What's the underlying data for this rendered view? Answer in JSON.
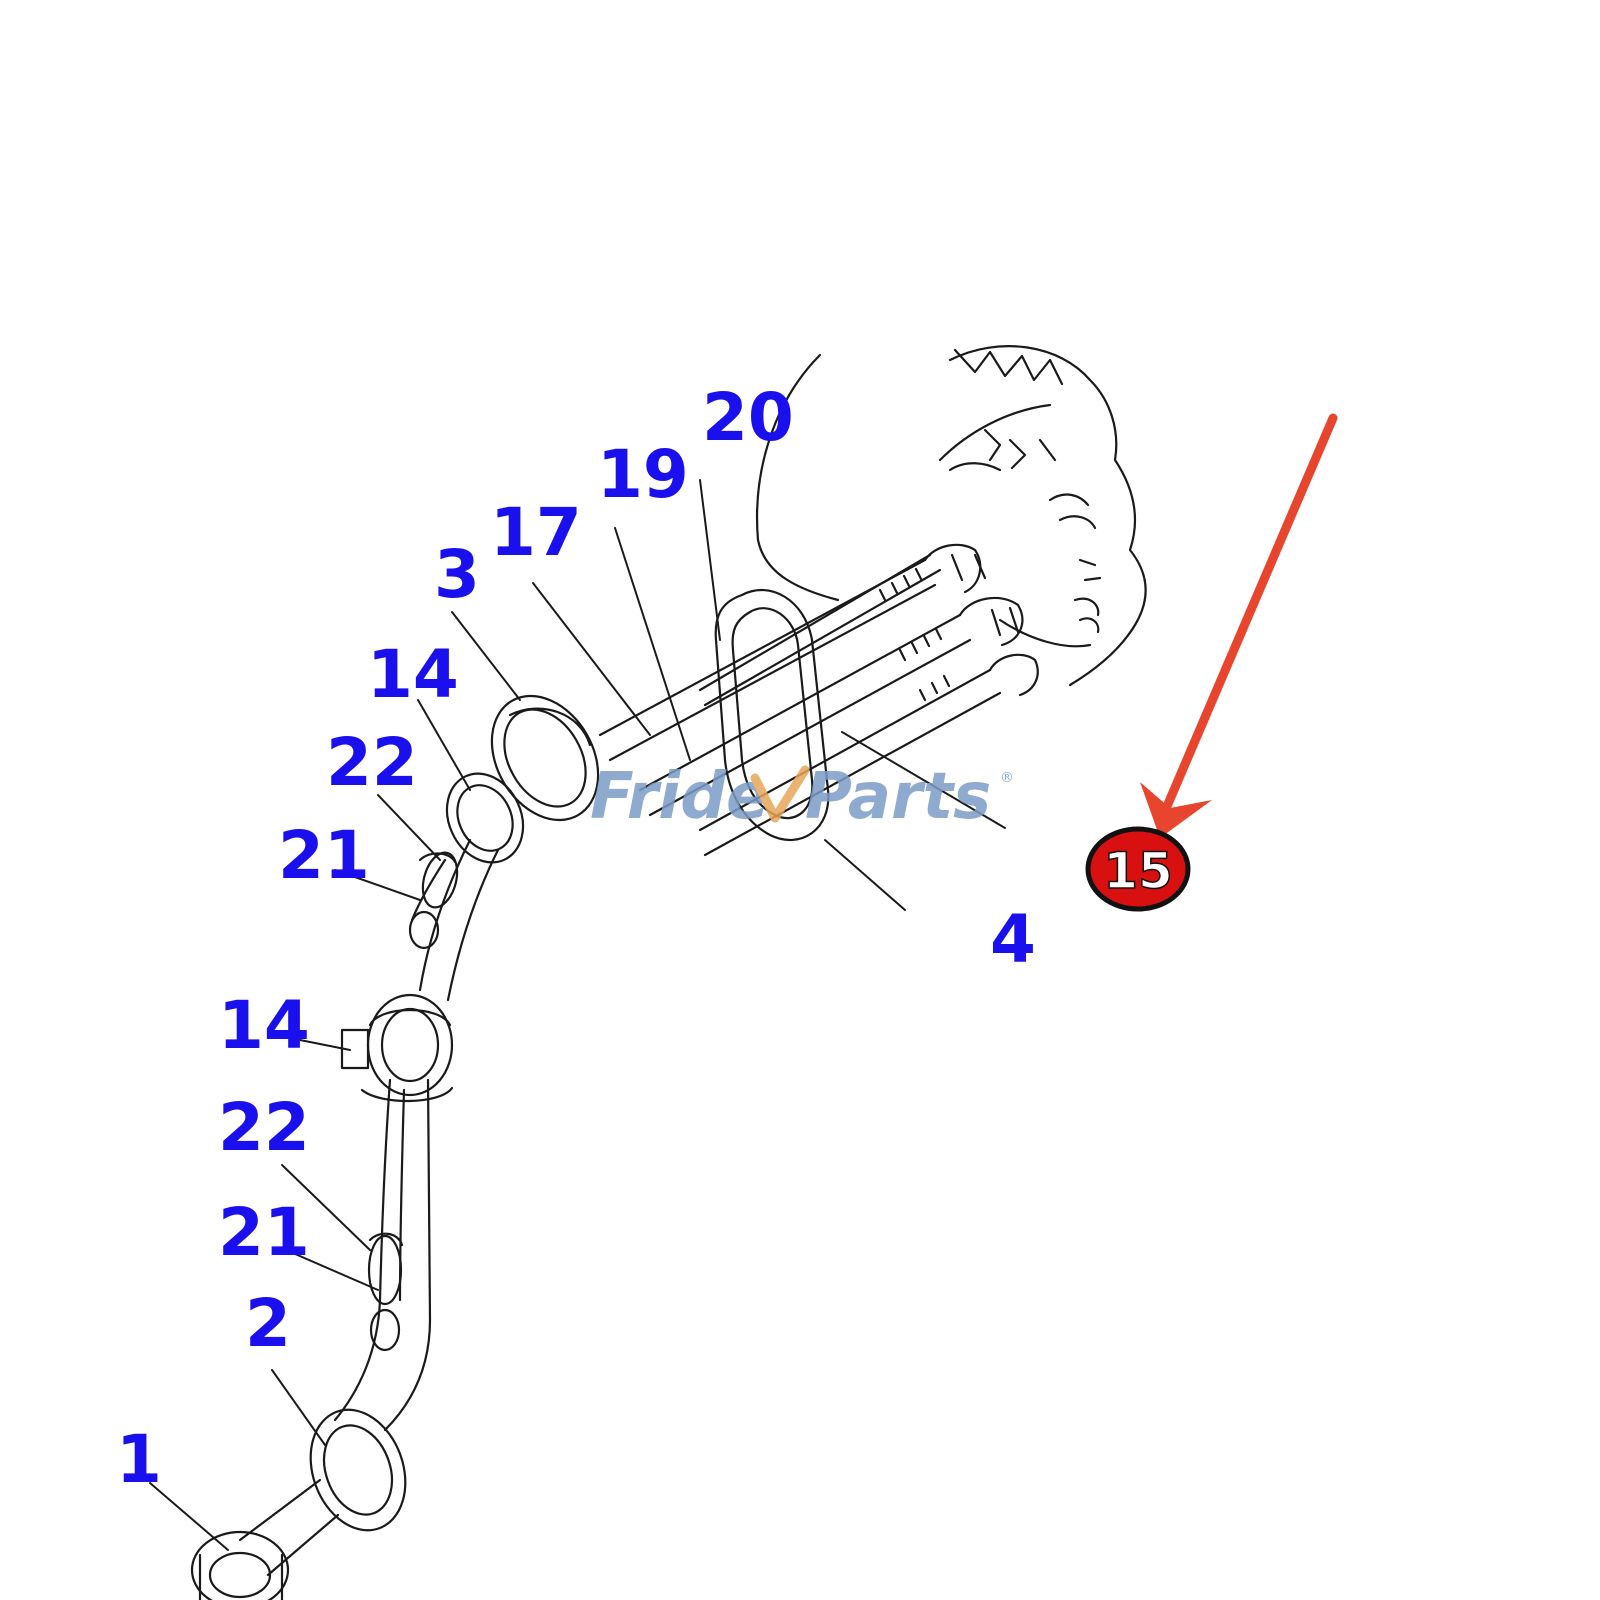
{
  "colors": {
    "label": "#1a10ee",
    "line": "#1a1a1a",
    "watermark": "#7b9cc6",
    "watermark_accent": "#e7a65a",
    "arrow": "#e8452e",
    "badge_fill": "#d81010",
    "badge_stroke": "#111111",
    "badge_text": "#ffffff",
    "background": "#ffffff"
  },
  "watermark": {
    "left": "Fride",
    "right": "Parts",
    "reg": "®"
  },
  "callouts": [
    {
      "id": "label-20",
      "text": "20"
    },
    {
      "id": "label-19",
      "text": "19"
    },
    {
      "id": "label-17",
      "text": "17"
    },
    {
      "id": "label-3",
      "text": "3"
    },
    {
      "id": "label-14-upper",
      "text": "14"
    },
    {
      "id": "label-22-upper",
      "text": "22"
    },
    {
      "id": "label-21-upper",
      "text": "21"
    },
    {
      "id": "label-4",
      "text": "4"
    },
    {
      "id": "label-14-lower",
      "text": "14"
    },
    {
      "id": "label-22-lower",
      "text": "22"
    },
    {
      "id": "label-21-lower",
      "text": "21"
    },
    {
      "id": "label-2",
      "text": "2"
    },
    {
      "id": "label-1",
      "text": "1"
    }
  ],
  "highlight": {
    "badge_text": "15",
    "arrow_icon": "red-arrow-icon"
  }
}
